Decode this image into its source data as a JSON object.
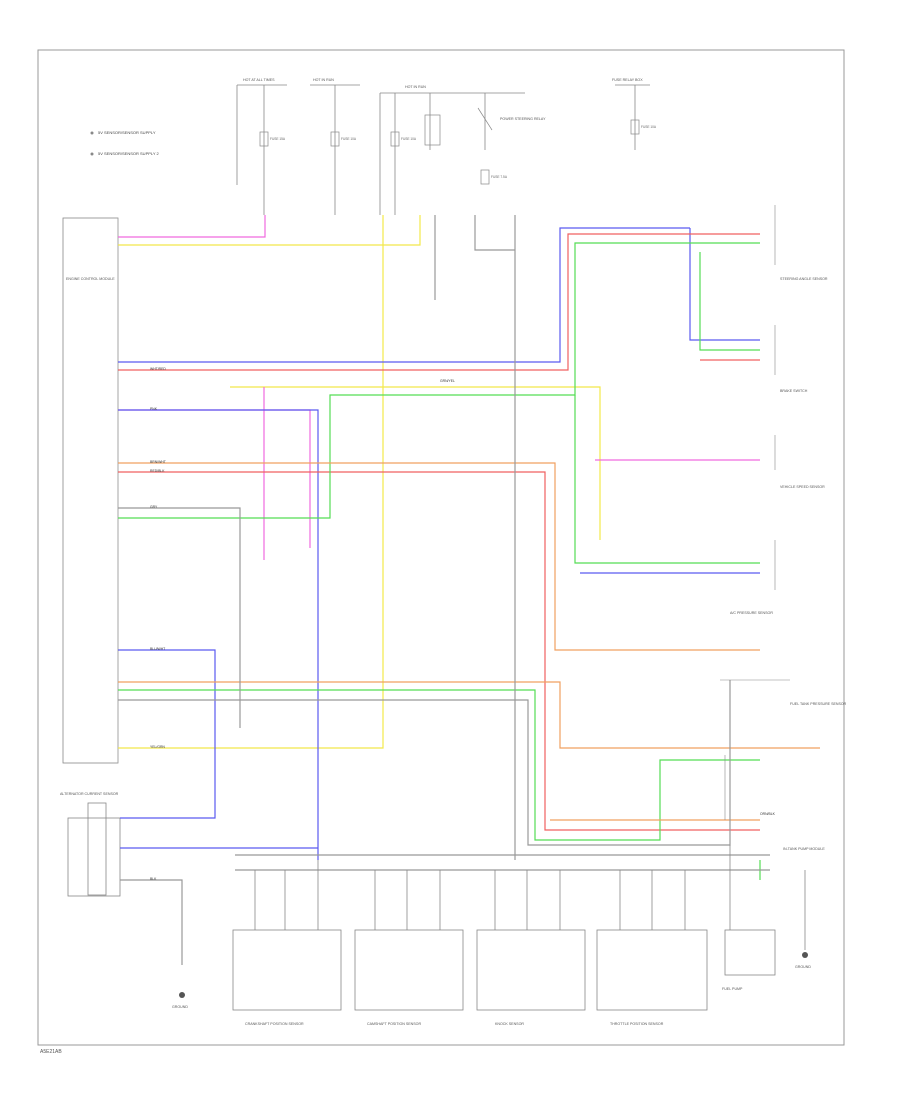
{
  "diagram": {
    "footer_code": "A5E21AB",
    "legend": [
      "5V SENSOR/SENSOR SUPPLY",
      "5V SENSOR/SENSOR SUPPLY 2"
    ],
    "top_sources": [
      "HOT AT ALL TIMES",
      "HOT IN RUN",
      "HOT IN RUN",
      "FUSE RELAY BOX"
    ],
    "fuses": [
      "FUSE 15A",
      "FUSE 10A",
      "FUSE 10A",
      "FUSE 7.5A",
      "FUSE 10A"
    ],
    "relay_label": "POWER STEERING RELAY",
    "left_module": "ENGINE CONTROL MODULE",
    "left_sensor": "ALTERNATOR CURRENT SENSOR",
    "right_blocks": [
      "STEERING ANGLE SENSOR",
      "BRAKE SWITCH",
      "VEHICLE SPEED SENSOR",
      "A/C PRESSURE SENSOR",
      "FUEL TANK PRESSURE SENSOR",
      "IN-TANK PUMP MODULE"
    ],
    "bottom_components": [
      "CRANKSHAFT POSITION SENSOR",
      "CAMSHAFT POSITION SENSOR",
      "KNOCK SENSOR",
      "THROTTLE POSITION SENSOR",
      "FUEL PUMP"
    ],
    "ground_labels": [
      "GROUND",
      "GROUND"
    ],
    "wire_tags": [
      "BLU/WHT",
      "GRN/YEL",
      "RED/BLK",
      "ORN/BLK",
      "YEL/GRN",
      "PNK",
      "BRN/WHT",
      "BLK",
      "WHT/RED",
      "GRY"
    ],
    "colors": {
      "yellow": "#f2e84a",
      "pink": "#f06adf",
      "blue": "#5b5bf0",
      "green": "#55dd55",
      "red": "#f06060",
      "orange": "#f0a060",
      "gray": "#999999",
      "line": "#7a7a7a"
    }
  }
}
